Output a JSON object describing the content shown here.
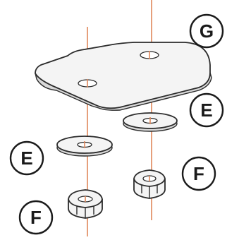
{
  "callouts": {
    "plate": "G",
    "washer_right": "E",
    "washer_left": "E",
    "nut_right": "F",
    "nut_left": "F"
  },
  "colors": {
    "axis_line": "#e0875a",
    "outline": "#2b2b2b",
    "fill": "#f4f4f4"
  }
}
